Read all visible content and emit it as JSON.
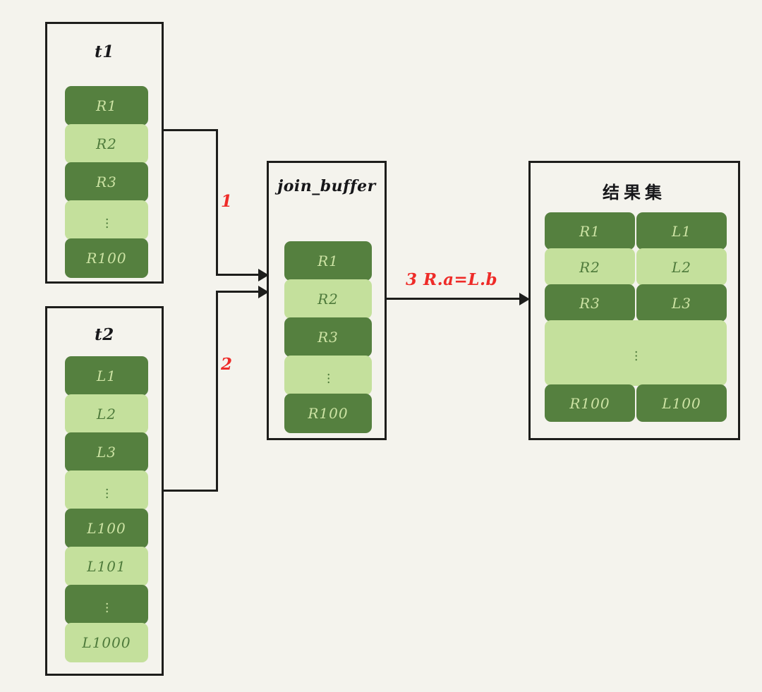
{
  "diagram": {
    "title": "MySQL Block Nested-Loop Join with join_buffer",
    "background_color": "#f4f3ed",
    "border_color": "#1d1d1b",
    "chip_dark_color": "#55803f",
    "chip_light_color": "#c4e09c",
    "annotation_color": "#ee2b28",
    "dots_glyph": "⋮"
  },
  "panels": {
    "t1": {
      "title": "t1",
      "rows": [
        {
          "label": "R1",
          "shade": "dark"
        },
        {
          "label": "R2",
          "shade": "light"
        },
        {
          "label": "R3",
          "shade": "dark"
        },
        {
          "label": "⋮",
          "shade": "light"
        },
        {
          "label": "R100",
          "shade": "dark"
        }
      ]
    },
    "t2": {
      "title": "t2",
      "rows": [
        {
          "label": "L1",
          "shade": "dark"
        },
        {
          "label": "L2",
          "shade": "light"
        },
        {
          "label": "L3",
          "shade": "dark"
        },
        {
          "label": "⋮",
          "shade": "light"
        },
        {
          "label": "L100",
          "shade": "dark"
        },
        {
          "label": "L101",
          "shade": "light"
        },
        {
          "label": "⋮",
          "shade": "dark"
        },
        {
          "label": "L1000",
          "shade": "light"
        }
      ]
    },
    "join_buffer": {
      "title": "join_buffer",
      "rows": [
        {
          "label": "R1",
          "shade": "dark"
        },
        {
          "label": "R2",
          "shade": "light"
        },
        {
          "label": "R3",
          "shade": "dark"
        },
        {
          "label": "⋮",
          "shade": "light"
        },
        {
          "label": "R100",
          "shade": "dark"
        }
      ]
    },
    "result_set": {
      "title": "结果集",
      "rows": [
        {
          "left": "R1",
          "right": "L1",
          "shade": "dark",
          "span": false
        },
        {
          "left": "R2",
          "right": "L2",
          "shade": "light",
          "span": false
        },
        {
          "left": "R3",
          "right": "L3",
          "shade": "dark",
          "span": false
        },
        {
          "left": "⋮",
          "right": "",
          "shade": "light",
          "span": true
        },
        {
          "left": "R100",
          "right": "L100",
          "shade": "dark",
          "span": false
        }
      ]
    }
  },
  "annotations": {
    "step1": "1",
    "step2": "2",
    "step3": "3  R.a=L.b"
  }
}
